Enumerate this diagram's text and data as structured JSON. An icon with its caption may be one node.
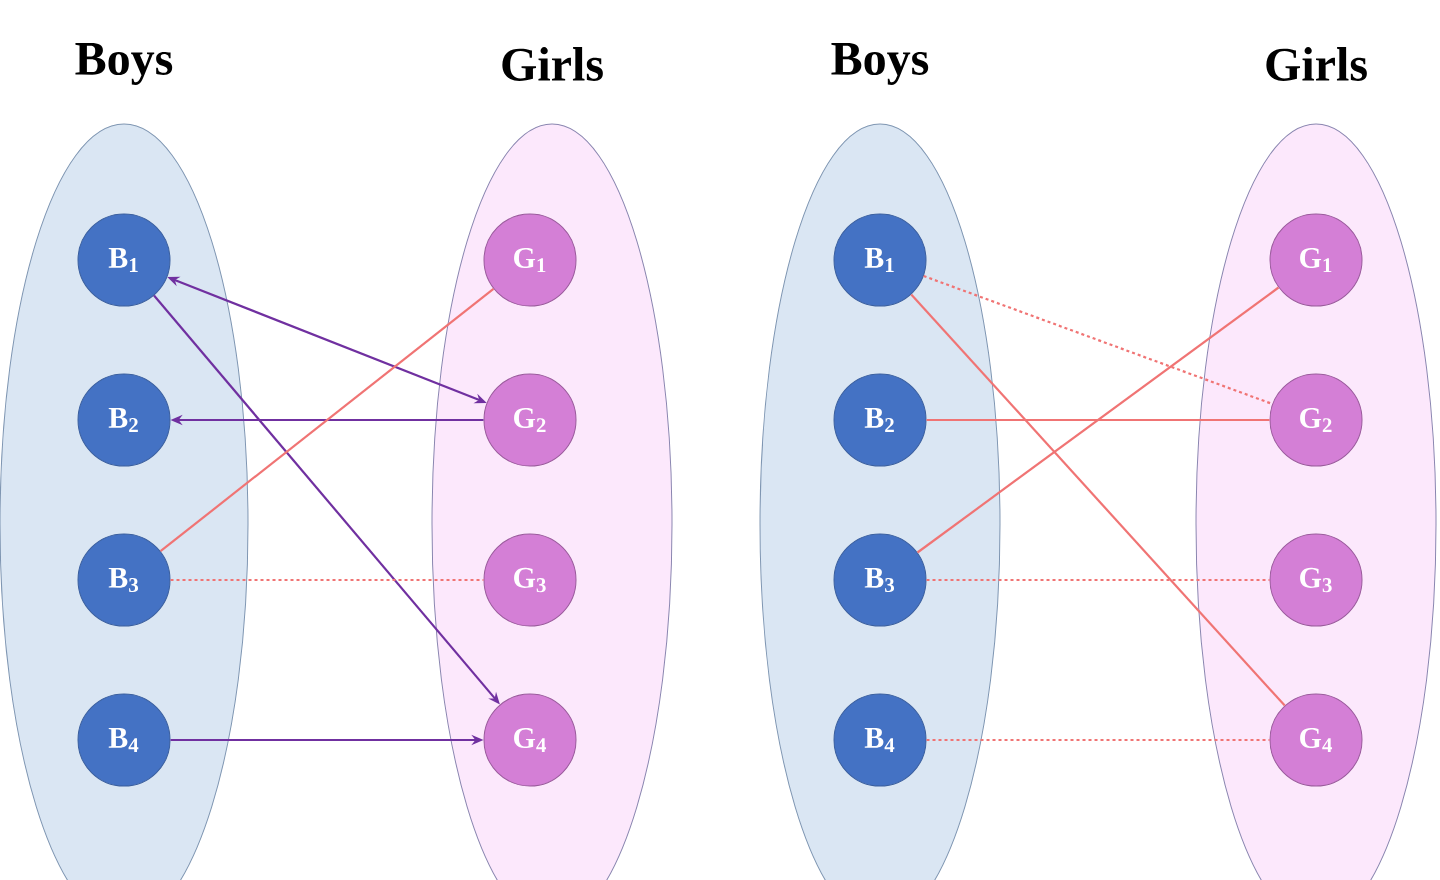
{
  "diagram": {
    "nodes": [
      {
        "text": [
          "Boys"
        ]
      },
      {
        "text": [
          "B$_{1}$"
        ],
        "in": 0
      },
      {
        "text": [
          "B$_{2}$"
        ],
        "in": 0
      },
      {
        "text": [
          "B$_{3}$"
        ],
        "in": 0
      },
      {
        "text": [
          "B$_{4}$"
        ],
        "in": 0
      },
      {
        "text": [
          "Girls"
        ]
      },
      {
        "text": [
          "G$_{1}$"
        ],
        "in": 5
      },
      {
        "text": [
          "G$_{2}$"
        ],
        "in": 5
      },
      {
        "text": [
          "G$_{3}$"
        ],
        "in": 5
      },
      {
        "text": [
          "G$_{4}$"
        ],
        "in": 5
      },
      {
        "text": [
          "Boys"
        ]
      },
      {
        "text": [
          "B$_{1}$"
        ],
        "in": 10
      },
      {
        "text": [
          "B$_{2}$"
        ],
        "in": 10
      },
      {
        "text": [
          "B$_{3}$"
        ],
        "in": 10
      },
      {
        "text": [
          "B$_{4}$"
        ],
        "in": 10
      },
      {
        "text": [
          "Girls"
        ]
      },
      {
        "text": [
          "G$_{1}$"
        ],
        "in": 15
      },
      {
        "text": [
          "G$_{2}$"
        ],
        "in": 15
      },
      {
        "text": [
          "G$_{3}$"
        ],
        "in": 15
      },
      {
        "text": [
          "G$_{4}$"
        ],
        "in": 15
      }
    ],
    "edges": [
      {
        "from": 1,
        "to": 7,
        "arrow": "both",
        "color": "#7030a0"
      },
      {
        "from": 1,
        "to": 9,
        "arrow": "to",
        "color": "#7030a0"
      },
      {
        "from": 7,
        "to": 2,
        "arrow": "to",
        "color": "#7030a0"
      },
      {
        "from": 3,
        "to": 6,
        "arrow": "none"
      },
      {
        "from": 3,
        "to": 8,
        "arrow": "none",
        "style": "dashed"
      },
      {
        "from": 4,
        "to": 9,
        "arrow": "to",
        "color": "#7030a0"
      },
      {
        "from": 11,
        "to": 17,
        "arrow": "none",
        "style": "dashed"
      },
      {
        "from": 11,
        "to": 19,
        "arrow": "none"
      },
      {
        "from": 12,
        "to": 17,
        "arrow": "none"
      },
      {
        "from": 13,
        "to": 16,
        "arrow": "none"
      },
      {
        "from": 13,
        "to": 18,
        "arrow": "none",
        "style": "dashed"
      },
      {
        "from": 14,
        "to": 19,
        "arrow": "none",
        "style": "dashed"
      }
    ]
  }
}
